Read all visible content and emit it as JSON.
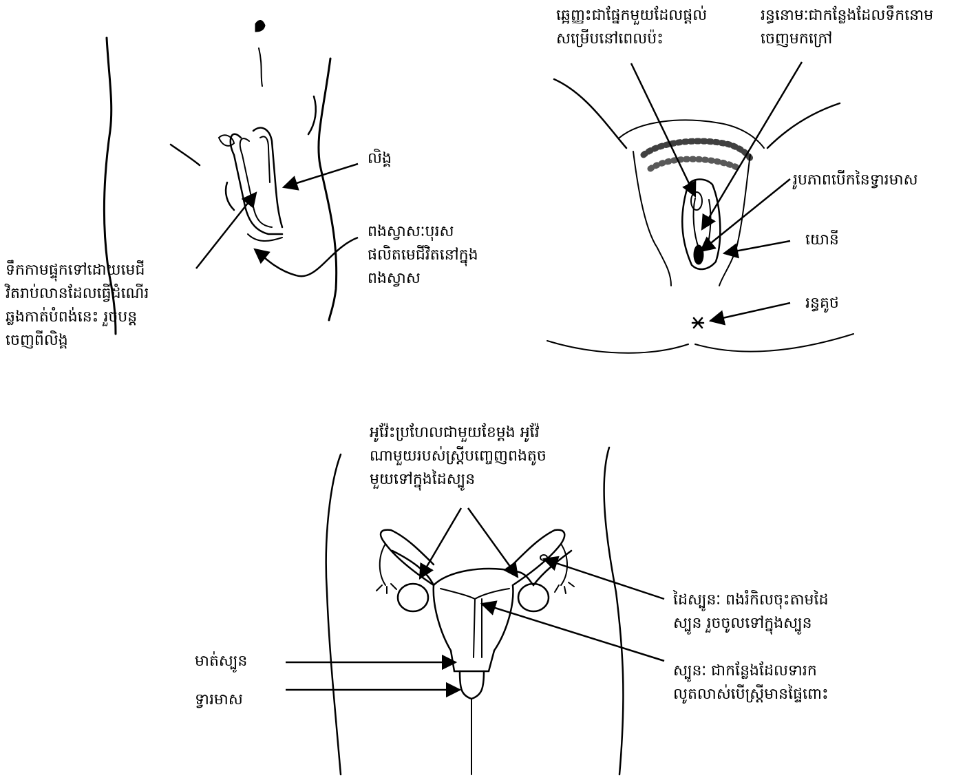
{
  "labels": {
    "penis": "លិង្គ",
    "testes": "ពងស្វាសៈបុរស\nផលិតមេជីវិតនៅក្នុង\nពងស្វាស",
    "semen": "ទឹកកាមផ្ទុកទៅដោយមេជី\nវិតរាប់លានដែលធ្វើដំណើរ\nឆ្លងកាត់បំពង់នេះ រួចបន្ត\nចេញពីលិង្គ",
    "clitoris": "ឆ្អេញ្ញះជាផ្នែកមួយដែលផ្តល់\nសម្រើបនៅពេលប៉ះ",
    "urethra": "រន្ធនោមៈជាកន្លែងដែលទឹកនោម\nចេញមកក្រៅ",
    "vaginal_opening": "រូបភាពបើកនៃទ្វារមាស",
    "vulva": "យោនី",
    "anus": "រន្ធគូថ",
    "ovaries": "អូវ៉ែះប្រហែលជាមួយខែម្តង អូវ៉ែ\nណាមួយរបស់ស្ត្រីបញ្ចេញពងតូច\nមួយទៅក្នុងដៃស្បូន",
    "tubes": "ដៃស្បូនៈ ពងរំកិលចុះតាមដៃ\nស្បូន រួចចូលទៅក្នុងស្បូន",
    "uterus": "ស្បូនៈ ជាកន្លែងដែលទារក\nលូតលាស់បើស្ត្រីមានផ្ទៃពោះ",
    "cervix": "មាត់ស្បូន",
    "vagina": "ទ្វារមាស"
  }
}
